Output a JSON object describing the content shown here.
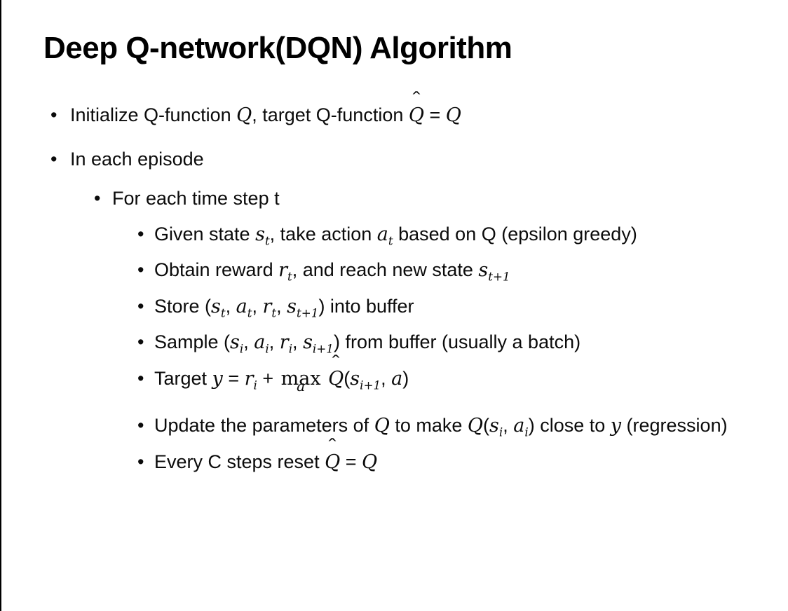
{
  "slide": {
    "title": "Deep Q-network(DQN) Algorithm"
  },
  "glyphs": {
    "bullet": "•",
    "hat": "ˆ"
  },
  "bullets": [
    {
      "level": 1,
      "segments": [
        {
          "t": "Initialize Q-function "
        },
        {
          "m": "Q"
        },
        {
          "t": ", target Q-function "
        },
        {
          "hat": "Q"
        },
        {
          "t": " = "
        },
        {
          "m": "Q"
        }
      ]
    },
    {
      "level": 1,
      "segments": [
        {
          "t": "In each episode"
        }
      ]
    },
    {
      "level": 2,
      "segments": [
        {
          "t": "For each time step t"
        }
      ]
    },
    {
      "level": 3,
      "segments": [
        {
          "t": "Given state "
        },
        {
          "m": "s",
          "sub": "t"
        },
        {
          "t": ", take action "
        },
        {
          "m": "a",
          "sub": "t"
        },
        {
          "t": " based on Q (epsilon greedy)"
        }
      ]
    },
    {
      "level": 3,
      "segments": [
        {
          "t": "Obtain reward "
        },
        {
          "m": "r",
          "sub": "t"
        },
        {
          "t": ", and reach new state "
        },
        {
          "m": "s",
          "sub": "t+1"
        }
      ]
    },
    {
      "level": 3,
      "segments": [
        {
          "t": "Store ("
        },
        {
          "m": "s",
          "sub": "t"
        },
        {
          "t": ", "
        },
        {
          "m": "a",
          "sub": "t"
        },
        {
          "t": ", "
        },
        {
          "m": "r",
          "sub": "t"
        },
        {
          "t": ", "
        },
        {
          "m": "s",
          "sub": "t+1"
        },
        {
          "t": ") into buffer"
        }
      ]
    },
    {
      "level": 3,
      "segments": [
        {
          "t": "Sample ("
        },
        {
          "m": "s",
          "sub": "i"
        },
        {
          "t": ", "
        },
        {
          "m": "a",
          "sub": "i"
        },
        {
          "t": ", "
        },
        {
          "m": "r",
          "sub": "i"
        },
        {
          "t": ", "
        },
        {
          "m": "s",
          "sub": "i+1"
        },
        {
          "t": ") from buffer (usually a batch)"
        }
      ]
    },
    {
      "level": 3,
      "segments": [
        {
          "t": "Target "
        },
        {
          "m": "y"
        },
        {
          "t": " = "
        },
        {
          "m": "r",
          "sub": "i"
        },
        {
          "t": " + "
        },
        {
          "op": "max",
          "under": "a"
        },
        {
          "t": " "
        },
        {
          "hat": "Q"
        },
        {
          "t": "("
        },
        {
          "m": "s",
          "sub": "i+1"
        },
        {
          "t": ", "
        },
        {
          "m": "a"
        },
        {
          "t": ")"
        }
      ]
    },
    {
      "level": 3,
      "segments": [
        {
          "t": "Update the parameters of "
        },
        {
          "m": "Q"
        },
        {
          "t": " to make "
        },
        {
          "m": "Q"
        },
        {
          "t": "("
        },
        {
          "m": "s",
          "sub": "i"
        },
        {
          "t": ", "
        },
        {
          "m": "a",
          "sub": "i"
        },
        {
          "t": ") close to "
        },
        {
          "m": "y"
        },
        {
          "t": " (regression)"
        }
      ]
    },
    {
      "level": 3,
      "segments": [
        {
          "t": "Every C steps reset "
        },
        {
          "hat": "Q"
        },
        {
          "t": " = "
        },
        {
          "m": "Q"
        }
      ]
    }
  ]
}
